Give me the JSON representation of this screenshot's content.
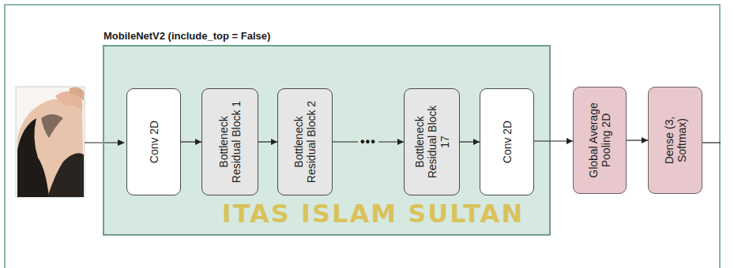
{
  "diagram": {
    "nodes": [
      {
        "text": [
          "MobileNetV2 (include_top = False)"
        ]
      },
      {
        "text": [
          "Conv 2D"
        ],
        "in": 0
      },
      {
        "text": [
          "Bottleneck Residual Block 1"
        ],
        "in": 0
      },
      {
        "text": [
          "Bottleneck Residual Block 2"
        ],
        "in": 0
      },
      {
        "text": [
          "Bottleneck Residual Block 17"
        ],
        "in": 0
      },
      {
        "text": [
          "Conv 2D"
        ],
        "in": 0
      },
      {
        "text": [
          "Global Average Pooling 2D"
        ]
      },
      {
        "text": [
          "Dense (3, Softmax)"
        ]
      }
    ],
    "edges": [
      {
        "from": 1,
        "to": 2,
        "arrow": "to"
      },
      {
        "from": 2,
        "to": 3,
        "arrow": "to"
      },
      {
        "from": 3,
        "to": 4,
        "label": "•••",
        "arrow": "to"
      },
      {
        "from": 4,
        "to": 5,
        "arrow": "to"
      },
      {
        "from": 5,
        "to": 6,
        "arrow": "to"
      },
      {
        "from": 6,
        "to": 7,
        "arrow": "to"
      }
    ],
    "labels": [
      "ITAS ISLAM SULTAN"
    ]
  }
}
